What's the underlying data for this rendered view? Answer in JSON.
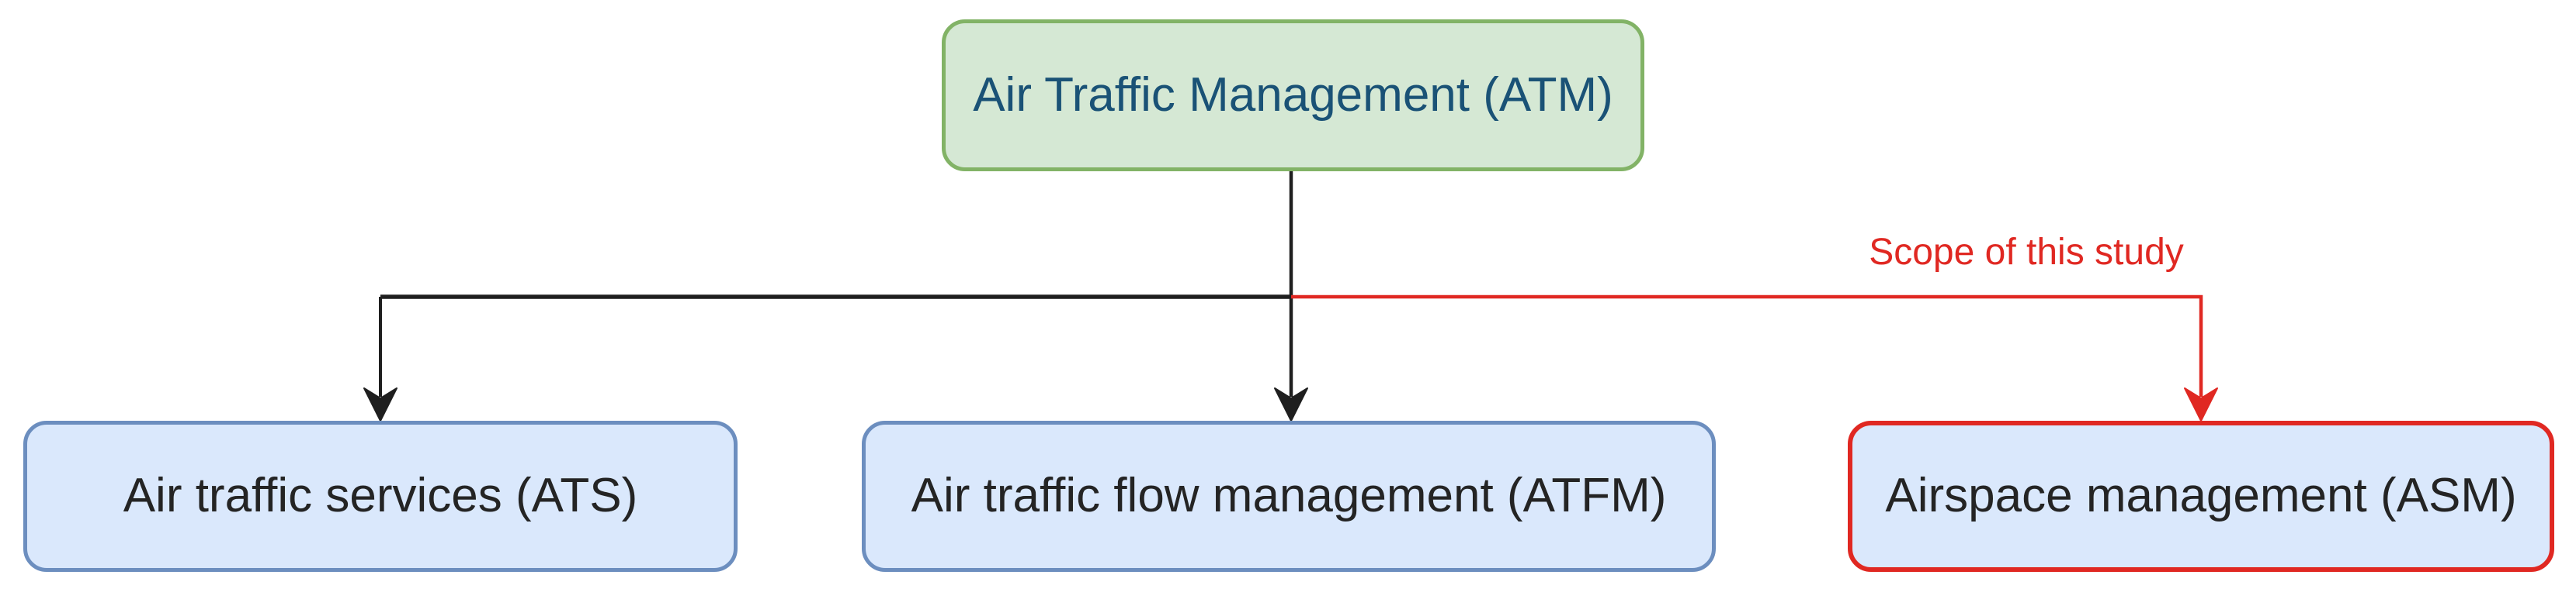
{
  "diagram": {
    "root": {
      "label": "Air Traffic Management (ATM)"
    },
    "children": [
      {
        "label": "Air traffic services (ATS)",
        "highlighted": false
      },
      {
        "label": "Air traffic flow management (ATFM)",
        "highlighted": false
      },
      {
        "label": "Airspace management (ASM)",
        "highlighted": true
      }
    ],
    "annotation": {
      "label": "Scope of this study"
    }
  },
  "colors": {
    "canvas-bg": "#ffffff",
    "root-fill": "#d5e8d4",
    "root-border": "#82b366",
    "root-text": "#1a5276",
    "child-fill": "#dae8fc",
    "child-border": "#6c8ebf",
    "child-text": "#242424",
    "line": "#1f1f1f",
    "accent-red": "#e02822"
  }
}
